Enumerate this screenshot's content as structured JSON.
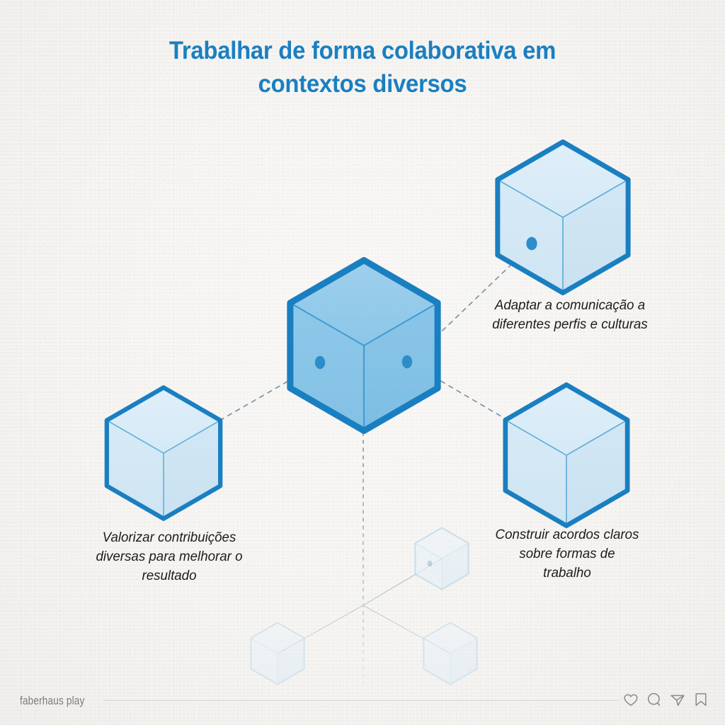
{
  "theme": {
    "background": "#f4f2ef",
    "accent": "#1a7fc1",
    "cube_fill_primary": "#8ec7e8",
    "cube_fill_secondary": "#d4e8f5",
    "cube_fill_ghost": "#eaf2f7",
    "text": "#1d1d1b",
    "muted": "#7c7c78",
    "rule": "#d9d6d1",
    "connector": "#7d93a6"
  },
  "title": {
    "line1": "Trabalhar de forma colaborativa em",
    "line2": "contextos diversos"
  },
  "diagram": {
    "center_node": {
      "name": "central-cube",
      "emphasis": "primary"
    },
    "nodes": [
      {
        "id": "top-right",
        "label": "Adaptar a comunicação a diferentes perfis e culturas",
        "label_line1": "Adaptar a comunicação a",
        "label_line2": "diferentes perfis e culturas",
        "emphasis": "secondary"
      },
      {
        "id": "left",
        "label": "Valorizar contribuições diversas para melhorar o resultado",
        "label_line1": "Valorizar contribuições",
        "label_line2": "diversas para melhorar o",
        "label_line3": "resultado",
        "emphasis": "secondary"
      },
      {
        "id": "bottom-right",
        "label": "Construir acordos claros sobre formas de trabalho",
        "label_line1": "Construir acordos claros",
        "label_line2": "sobre formas de",
        "label_line3": "trabalho",
        "emphasis": "secondary"
      }
    ],
    "ghost_nodes": [
      {
        "id": "ghost-mid",
        "emphasis": "ghost"
      },
      {
        "id": "ghost-bottom-left",
        "emphasis": "ghost"
      },
      {
        "id": "ghost-bottom-right",
        "emphasis": "ghost"
      }
    ]
  },
  "footer": {
    "brand": "faberhaus play",
    "icons": [
      {
        "name": "heart-icon",
        "label": "Curtir"
      },
      {
        "name": "comment-icon",
        "label": "Comentar"
      },
      {
        "name": "share-icon",
        "label": "Compartilhar"
      },
      {
        "name": "bookmark-icon",
        "label": "Salvar"
      }
    ]
  }
}
